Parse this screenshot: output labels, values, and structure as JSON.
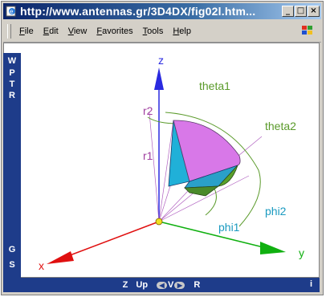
{
  "window": {
    "title": "http://www.antennas.gr/3D4DX/fig02l.htm...",
    "controls": {
      "minimize": "_",
      "maximize": "□",
      "close": "×"
    }
  },
  "menu": {
    "items": [
      "File",
      "Edit",
      "View",
      "Favorites",
      "Tools",
      "Help"
    ]
  },
  "sidebar": {
    "top_letters": [
      "W",
      "P",
      "T",
      "R"
    ],
    "bottom_letters": [
      "G",
      "S"
    ]
  },
  "bottombar": {
    "z": "Z",
    "up": "Up",
    "v": "V",
    "r": "R",
    "info": "i"
  },
  "scene": {
    "axes": {
      "z": "z",
      "x": "x",
      "y": "y"
    },
    "labels": {
      "theta1": "theta1",
      "theta2": "theta2",
      "r1": "r1",
      "r2": "r2",
      "phi1": "phi1",
      "phi2": "phi2"
    },
    "colors": {
      "z_axis": "#2a2ae0",
      "x_axis": "#e01010",
      "y_axis": "#10b010",
      "theta": "#5a9a2a",
      "r_label": "#a040a0",
      "phi_label": "#1a9ac0",
      "surface_pink": "#d878e8",
      "surface_cyan": "#20b0d8",
      "surface_green": "#5aa02a",
      "sidebar_blue": "#1e3c8a"
    }
  }
}
